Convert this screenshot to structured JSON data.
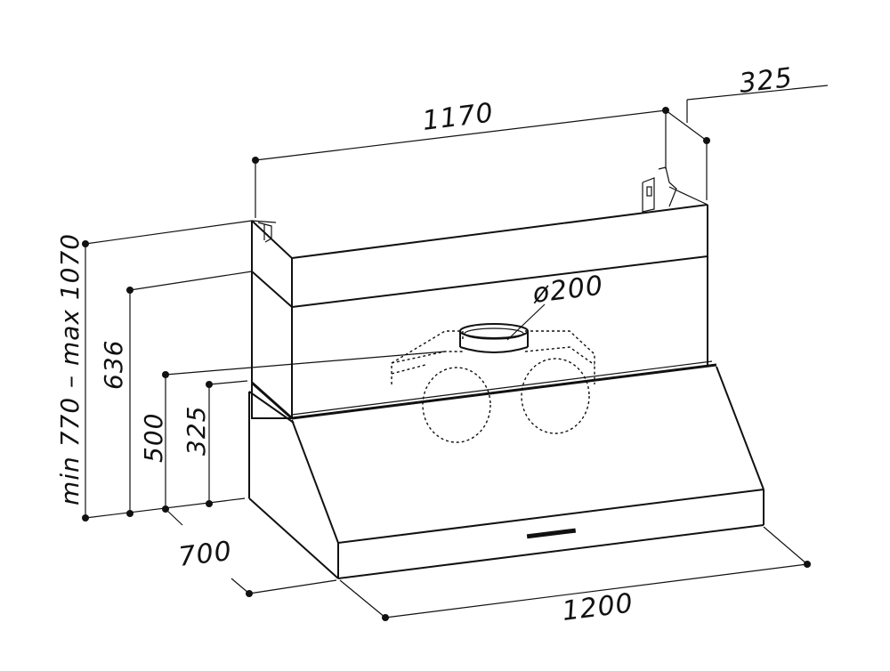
{
  "diagram": {
    "dimensions": {
      "top_width": "1170",
      "top_depth": "325",
      "bottom_width": "1200",
      "depth": "700",
      "duct_diameter": "ø200",
      "height_range": "min 770 – max 1070",
      "height_636": "636",
      "height_500": "500",
      "height_325": "325"
    },
    "control_panel_label": ""
  }
}
